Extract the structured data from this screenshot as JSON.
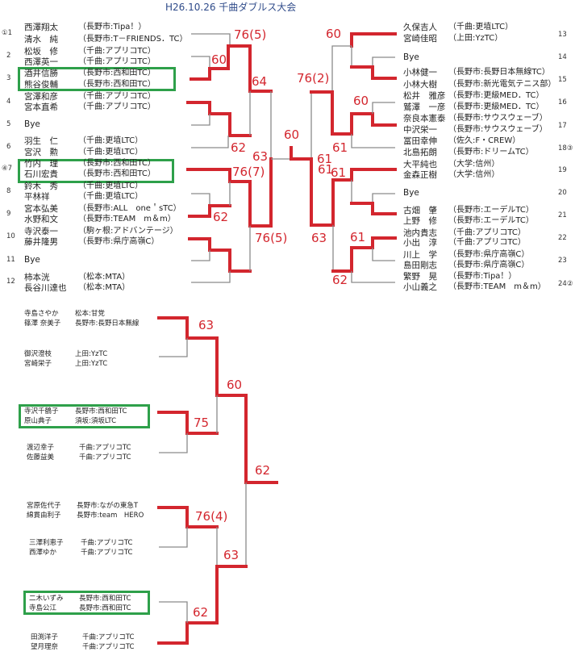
{
  "title": "H26.10.26 千曲ダブルス大会",
  "colors": {
    "winner_line": "#d3262e",
    "highlight_box": "#2ea04a",
    "title": "#2f4b8a"
  },
  "men": {
    "left": [
      {
        "seed": "①1",
        "players": [
          {
            "name": "西澤翔太",
            "club": "（長野市:Tipa！）"
          },
          {
            "name": "清水　純",
            "club": "（長野市:T－FRIENDS．TC）"
          }
        ]
      },
      {
        "seed": "2",
        "players": [
          {
            "name": "松坂　修",
            "club": "（千曲:アプリコTC）"
          },
          {
            "name": "西澤英一",
            "club": "（千曲:アプリコTC）"
          }
        ]
      },
      {
        "seed": "3",
        "players": [
          {
            "name": "酒井信勝",
            "club": "（長野市:西和田TC）"
          },
          {
            "name": "熊谷俊輔",
            "club": "（長野市:西和田TC）"
          }
        ]
      },
      {
        "seed": "4",
        "players": [
          {
            "name": "宮澤和彦",
            "club": "（千曲:アプリコTC）"
          },
          {
            "name": "宮本直希",
            "club": "（千曲:アプリコTC）"
          }
        ]
      },
      {
        "seed": "5",
        "players": [
          {
            "name": "Bye",
            "club": ""
          }
        ]
      },
      {
        "seed": "6",
        "players": [
          {
            "name": "羽生　仁",
            "club": "（千曲:更埴LTC）"
          },
          {
            "name": "宮沢　勲",
            "club": "（千曲:更埴LTC）"
          }
        ]
      },
      {
        "seed": "④7",
        "players": [
          {
            "name": "竹内　理",
            "club": "（長野市:西和田TC）"
          },
          {
            "name": "石川宏貴",
            "club": "（長野市:西和田TC）"
          }
        ]
      },
      {
        "seed": "8",
        "players": [
          {
            "name": "鈴木　秀",
            "club": "（千曲:更埴LTC）"
          },
          {
            "name": "平林祥",
            "club": "（千曲:更埴LTC）"
          }
        ]
      },
      {
        "seed": "9",
        "players": [
          {
            "name": "宮本弘美",
            "club": "（長野市:ALL　one＇sTC）"
          },
          {
            "name": "水野和文",
            "club": "（長野市:TEAM　m＆m）"
          }
        ]
      },
      {
        "seed": "10",
        "players": [
          {
            "name": "寺沢泰一",
            "club": "（駒ヶ根:アドバンテージ）"
          },
          {
            "name": "藤井隆男",
            "club": "（長野市:県庁高嶺C）"
          }
        ]
      },
      {
        "seed": "11",
        "players": [
          {
            "name": "Bye",
            "club": ""
          }
        ]
      },
      {
        "seed": "12",
        "players": [
          {
            "name": "柿本洸",
            "club": "（松本:MTA）"
          },
          {
            "name": "長谷川達也",
            "club": "（松本:MTA）"
          }
        ]
      }
    ],
    "right": [
      {
        "seed": "13",
        "players": [
          {
            "name": "久保吉人",
            "club": "（千曲:更埴LTC）"
          },
          {
            "name": "宮崎佳昭",
            "club": "（上田:YzTC）"
          }
        ]
      },
      {
        "seed": "14",
        "players": [
          {
            "name": "Bye",
            "club": ""
          }
        ]
      },
      {
        "seed": "15",
        "players": [
          {
            "name": "小林健一",
            "club": "（長野市:長野日本無線TC）"
          },
          {
            "name": "小林大樹",
            "club": "（長野市:新光電気テニス部）"
          }
        ]
      },
      {
        "seed": "16",
        "players": [
          {
            "name": "松井　雅彦",
            "club": "（長野市:更級MED．TC）"
          },
          {
            "name": "鷲澤　一彦",
            "club": "（長野市:更級MED．TC）"
          }
        ]
      },
      {
        "seed": "17",
        "players": [
          {
            "name": "奈良本憲泰",
            "club": "（長野市:サウスウェーブ）"
          },
          {
            "name": "中沢栄一",
            "club": "（長野市:サウスウェーブ）"
          }
        ]
      },
      {
        "seed": "18③",
        "players": [
          {
            "name": "冨田幸伸",
            "club": "（佐久:F・CREW）"
          },
          {
            "name": "北島拓朗",
            "club": "（長野市:ドリームTC）"
          }
        ]
      },
      {
        "seed": "19",
        "players": [
          {
            "name": "大平純也",
            "club": "（大学:信州）"
          },
          {
            "name": "金森正樹",
            "club": "（大学:信州）"
          }
        ]
      },
      {
        "seed": "20",
        "players": [
          {
            "name": "Bye",
            "club": ""
          }
        ]
      },
      {
        "seed": "21",
        "players": [
          {
            "name": "古畑　肇",
            "club": "（長野市:エーデルTC）"
          },
          {
            "name": "上野　修",
            "club": "（長野市:エーデルTC）"
          }
        ]
      },
      {
        "seed": "22",
        "players": [
          {
            "name": "池内貴志",
            "club": "（千曲:アプリコTC）"
          },
          {
            "name": "小出　淳",
            "club": "（千曲:アプリコTC）"
          }
        ]
      },
      {
        "seed": "23",
        "players": [
          {
            "name": "川上　学",
            "club": "（長野市:県庁高嶺C）"
          },
          {
            "name": "島田剛志",
            "club": "（長野市:県庁高嶺C）"
          }
        ]
      },
      {
        "seed": "24②",
        "players": [
          {
            "name": "繁野　晃",
            "club": "（長野市:Tipa！）"
          },
          {
            "name": "小山義之",
            "club": "（長野市:TEAM　m＆m）"
          }
        ]
      }
    ],
    "scores": [
      "76(5)",
      "60",
      "64",
      "62",
      "63",
      "76(7)",
      "62",
      "76(5)",
      "60",
      "61",
      "60",
      "76(2)",
      "60",
      "61",
      "61",
      "61",
      "63",
      "61",
      "62"
    ]
  },
  "women": {
    "pairs": [
      {
        "players": [
          {
            "name": "寺島さやか",
            "club": "松本:甘党"
          },
          {
            "name": "篠澤 奈美子",
            "club": "長野市:長野日本無線"
          }
        ]
      },
      {
        "players": [
          {
            "name": "御沢澄枝",
            "club": "上田:YzTC"
          },
          {
            "name": "宮崎栄子",
            "club": "上田:YzTC"
          }
        ]
      },
      {
        "players": [
          {
            "name": "寺沢千鶴子",
            "club": "長野市:西和田TC"
          },
          {
            "name": "原山典子",
            "club": "須坂:須坂LTC"
          }
        ]
      },
      {
        "players": [
          {
            "name": "渡辺幸子",
            "club": "千曲:アプリコTC"
          },
          {
            "name": "佐藤益美",
            "club": "千曲:アプリコTC"
          }
        ]
      },
      {
        "players": [
          {
            "name": "宮原佐代子",
            "club": "長野市:ながの東急T"
          },
          {
            "name": "綿貫由利子",
            "club": "長野市:team　HERO"
          }
        ]
      },
      {
        "players": [
          {
            "name": "三澤利恵子",
            "club": "千曲:アプリコTC"
          },
          {
            "name": "西澤ゆか",
            "club": "千曲:アプリコTC"
          }
        ]
      },
      {
        "players": [
          {
            "name": "二木いずみ",
            "club": "長野市:西和田TC"
          },
          {
            "name": "寺島公江",
            "club": "長野市:西和田TC"
          }
        ]
      },
      {
        "players": [
          {
            "name": "田渕洋子",
            "club": "千曲:アプリコTC"
          },
          {
            "name": "望月理奈",
            "club": "千曲:アプリコTC"
          }
        ]
      }
    ],
    "scores": [
      "63",
      "60",
      "75",
      "62",
      "76(4)",
      "63",
      "62"
    ]
  }
}
